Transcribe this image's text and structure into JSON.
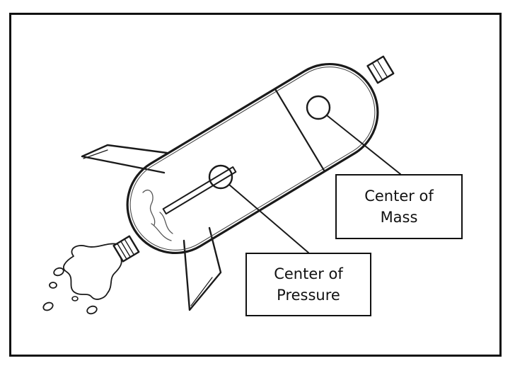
{
  "labels": {
    "center_of_mass": {
      "line1": "Center of",
      "line2": "Mass"
    },
    "center_of_pressure": {
      "line1": "Center of",
      "line2": "Pressure"
    }
  },
  "colors": {
    "ink": "#111111",
    "paper": "#ffffff",
    "shading": "#cfcfcf"
  },
  "icons": {
    "rocket": "bottle-rocket-sketch",
    "exhaust": "water-exhaust-splash",
    "markers": "circle-marker"
  }
}
